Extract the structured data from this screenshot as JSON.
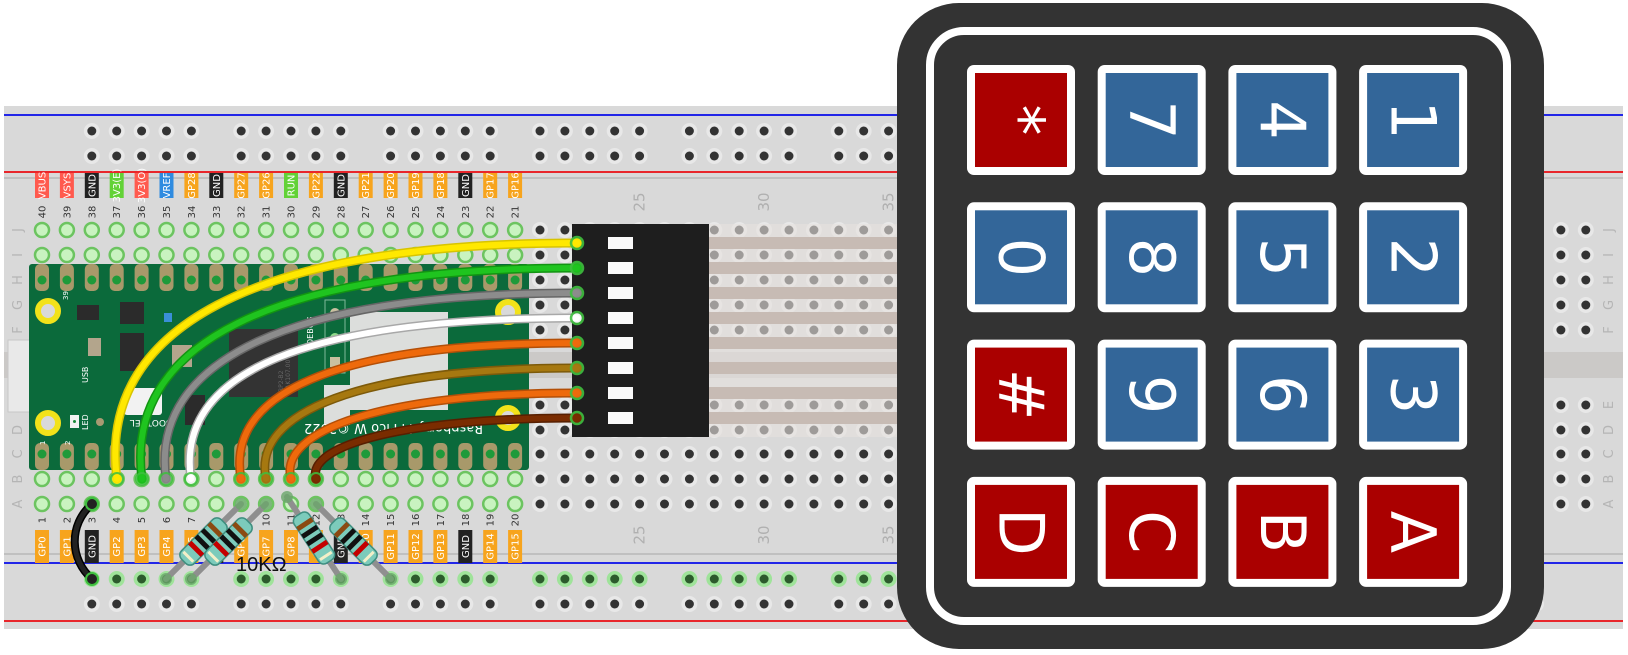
{
  "breadboard": {
    "row_letters": [
      "J",
      "I",
      "H",
      "G",
      "F",
      "E",
      "D",
      "C",
      "B",
      "A"
    ],
    "column_numbers": [
      "25",
      "30",
      "35"
    ],
    "colors": {
      "body": "#d9d9d9",
      "rail_positive": "#e8262b",
      "rail_negative": "#2226e8",
      "hole": "#333333",
      "hole_connected": "#6cc460"
    }
  },
  "pico": {
    "board_color": "#0b6a3b",
    "top_pins": [
      {
        "num": "40",
        "label": "VBUS",
        "color": "#ff5a4e"
      },
      {
        "num": "39",
        "label": "VSYS",
        "color": "#ff5a4e"
      },
      {
        "num": "38",
        "label": "GND",
        "color": "#222222"
      },
      {
        "num": "37",
        "label": "3V3(E)",
        "color": "#62d236"
      },
      {
        "num": "36",
        "label": "3V3(O)",
        "color": "#ff5a4e"
      },
      {
        "num": "35",
        "label": "VREF",
        "color": "#2f8be0"
      },
      {
        "num": "34",
        "label": "GP28",
        "color": "#f7a41d"
      },
      {
        "num": "33",
        "label": "GND",
        "color": "#222222"
      },
      {
        "num": "32",
        "label": "GP27",
        "color": "#f7a41d"
      },
      {
        "num": "31",
        "label": "GP26",
        "color": "#f7a41d"
      },
      {
        "num": "30",
        "label": "RUN",
        "color": "#62d236"
      },
      {
        "num": "29",
        "label": "GP22",
        "color": "#f7a41d"
      },
      {
        "num": "28",
        "label": "GND",
        "color": "#222222"
      },
      {
        "num": "27",
        "label": "GP21",
        "color": "#f7a41d"
      },
      {
        "num": "26",
        "label": "GP20",
        "color": "#f7a41d"
      },
      {
        "num": "25",
        "label": "GP19",
        "color": "#f7a41d"
      },
      {
        "num": "24",
        "label": "GP18",
        "color": "#f7a41d"
      },
      {
        "num": "23",
        "label": "GND",
        "color": "#222222"
      },
      {
        "num": "22",
        "label": "GP17",
        "color": "#f7a41d"
      },
      {
        "num": "21",
        "label": "GP16",
        "color": "#f7a41d"
      }
    ],
    "bottom_pins": [
      {
        "num": "1",
        "label": "GP0",
        "color": "#f7a41d"
      },
      {
        "num": "2",
        "label": "GP1",
        "color": "#f7a41d"
      },
      {
        "num": "3",
        "label": "GND",
        "color": "#222222"
      },
      {
        "num": "4",
        "label": "GP2",
        "color": "#f7a41d"
      },
      {
        "num": "5",
        "label": "GP3",
        "color": "#f7a41d"
      },
      {
        "num": "6",
        "label": "GP4",
        "color": "#f7a41d"
      },
      {
        "num": "7",
        "label": "GP5",
        "color": "#f7a41d"
      },
      {
        "num": "8",
        "label": "GND",
        "color": "#222222"
      },
      {
        "num": "9",
        "label": "GP6",
        "color": "#f7a41d"
      },
      {
        "num": "10",
        "label": "GP7",
        "color": "#f7a41d"
      },
      {
        "num": "11",
        "label": "GP8",
        "color": "#f7a41d"
      },
      {
        "num": "12",
        "label": "GP9",
        "color": "#f7a41d"
      },
      {
        "num": "13",
        "label": "GND",
        "color": "#222222"
      },
      {
        "num": "14",
        "label": "GP10",
        "color": "#f7a41d"
      },
      {
        "num": "15",
        "label": "GP11",
        "color": "#f7a41d"
      },
      {
        "num": "16",
        "label": "GP12",
        "color": "#f7a41d"
      },
      {
        "num": "17",
        "label": "GP13",
        "color": "#f7a41d"
      },
      {
        "num": "18",
        "label": "GND",
        "color": "#222222"
      },
      {
        "num": "19",
        "label": "GP14",
        "color": "#f7a41d"
      },
      {
        "num": "20",
        "label": "GP15",
        "color": "#f7a41d"
      }
    ],
    "silkscreen": {
      "usb": "USB",
      "led": "LED",
      "bootsel": "BOOTSEL",
      "debug": "DEBUG",
      "pin39": "39",
      "pin1": "1",
      "pin2": "2",
      "chip": "RP2-B2",
      "chip2": "PAK107.00",
      "brand": "Raspberry Pi Pico W ©2022"
    }
  },
  "wires": [
    {
      "color": "#ffe800",
      "edge": "#d8c400"
    },
    {
      "color": "#1fc41f",
      "edge": "#129412"
    },
    {
      "color": "#8c8c8c",
      "edge": "#666666"
    },
    {
      "color": "#ffffff",
      "edge": "#a8a8a8"
    },
    {
      "color": "#ee6a0c",
      "edge": "#b34f08"
    },
    {
      "color": "#a67810",
      "edge": "#7d5a0a"
    },
    {
      "color": "#ee6a0c",
      "edge": "#b34f08"
    },
    {
      "color": "#7a2c00",
      "edge": "#571f00"
    }
  ],
  "gnd_wire": {
    "color": "#222222"
  },
  "resistors": {
    "label": "10KΩ",
    "bands": [
      "#8b4a12",
      "#111111",
      "#111111",
      "#c40000"
    ],
    "body_color": "#7ccbbb"
  },
  "keypad": {
    "frame_color": "#333333",
    "key_colors": {
      "red": "#aa0000",
      "blue": "#336699"
    },
    "rows": [
      [
        {
          "label": "*",
          "color": "red"
        },
        {
          "label": "7",
          "color": "blue"
        },
        {
          "label": "4",
          "color": "blue"
        },
        {
          "label": "1",
          "color": "blue"
        }
      ],
      [
        {
          "label": "0",
          "color": "blue"
        },
        {
          "label": "8",
          "color": "blue"
        },
        {
          "label": "5",
          "color": "blue"
        },
        {
          "label": "2",
          "color": "blue"
        }
      ],
      [
        {
          "label": "#",
          "color": "red"
        },
        {
          "label": "9",
          "color": "blue"
        },
        {
          "label": "6",
          "color": "blue"
        },
        {
          "label": "3",
          "color": "blue"
        }
      ],
      [
        {
          "label": "D",
          "color": "red"
        },
        {
          "label": "C",
          "color": "red"
        },
        {
          "label": "B",
          "color": "red"
        },
        {
          "label": "A",
          "color": "red"
        }
      ]
    ]
  }
}
